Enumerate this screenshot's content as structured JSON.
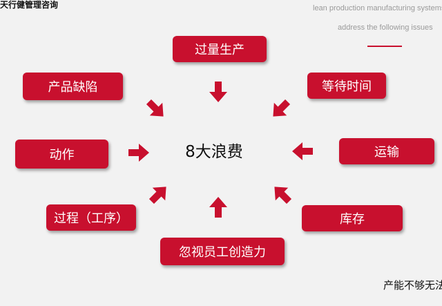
{
  "header": {
    "brand": "天行健管理咨询",
    "en_line_1": "lean production manufacturing systems",
    "en_line_2": "address the following issues"
  },
  "diagram": {
    "center": "8大浪费",
    "wastes": {
      "top": "过量生产",
      "top_right": "等待时间",
      "right": "运输",
      "bottom_right": "库存",
      "bottom": "忽视员工创造力",
      "bottom_left": "过程（工序）",
      "left": "动作",
      "top_left": "产品缺陷"
    }
  },
  "footer": {
    "text": "产能不够无法"
  },
  "colors": {
    "accent": "#c8102e",
    "background": "#f2f2f2",
    "text": "#111111"
  }
}
